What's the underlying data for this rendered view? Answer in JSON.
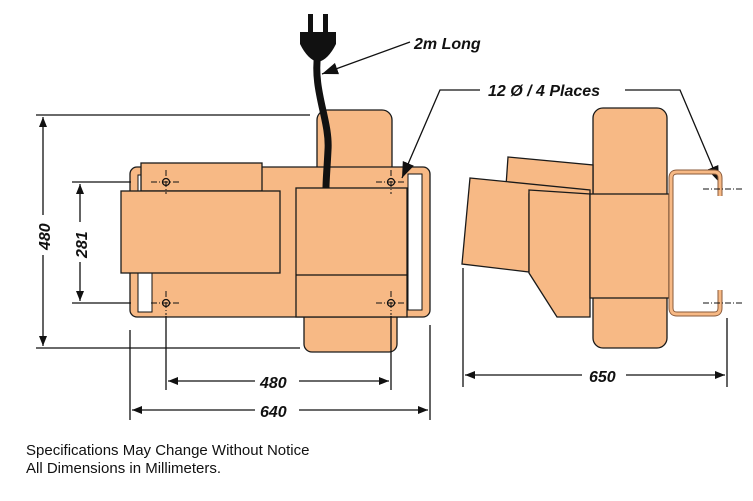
{
  "labels": {
    "cord": "2m Long",
    "holes": "12 Ø / 4 Places",
    "height_total": "480",
    "height_holes": "281",
    "width_holes": "480",
    "width_total": "640",
    "depth_total": "650"
  },
  "notes": {
    "line1": "Specifications May Change Without Notice",
    "line2": "All Dimensions in Millimeters."
  },
  "colors": {
    "body": "#f7b985",
    "line": "#111111"
  }
}
